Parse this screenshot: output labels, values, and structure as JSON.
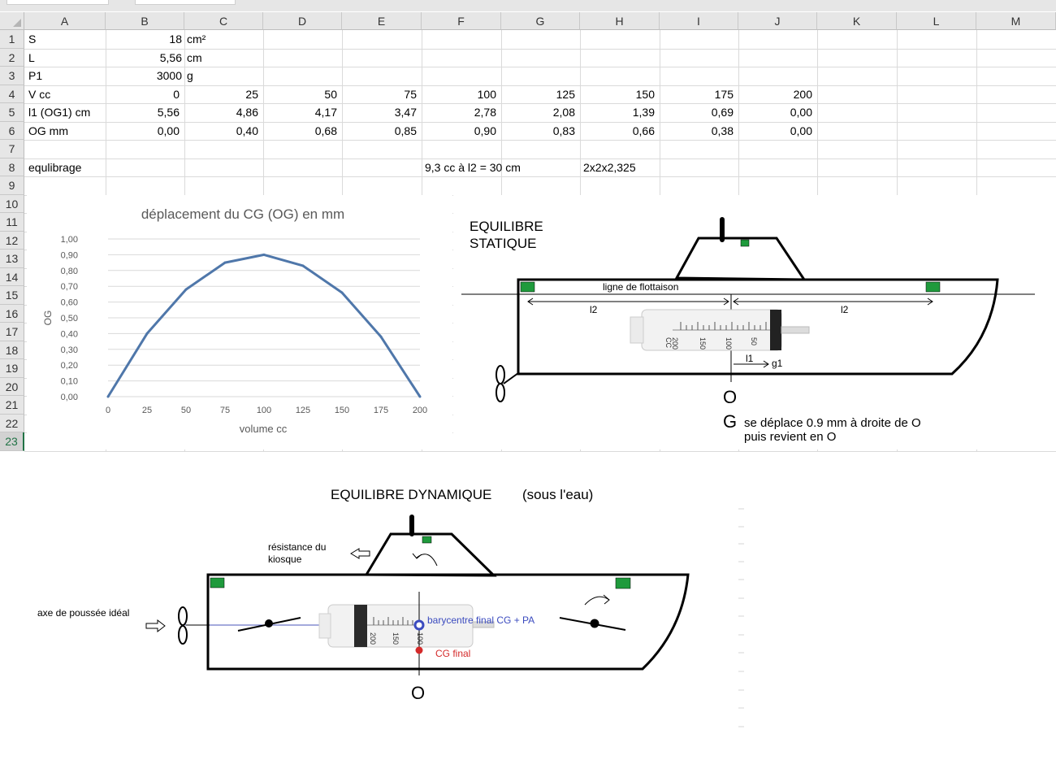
{
  "sheet": {
    "columns": [
      "A",
      "B",
      "C",
      "D",
      "E",
      "F",
      "G",
      "H",
      "I",
      "J",
      "K",
      "L",
      "M"
    ],
    "rows": [
      "1",
      "2",
      "3",
      "4",
      "5",
      "6",
      "7",
      "8",
      "9",
      "10",
      "11",
      "12",
      "13",
      "14",
      "15",
      "16",
      "17",
      "18",
      "19",
      "20",
      "21",
      "22",
      "23"
    ],
    "selected_row": "23",
    "cells": {
      "r1": {
        "A": "S",
        "B": "18",
        "C": "cm²"
      },
      "r2": {
        "A": "L",
        "B": "5,56",
        "C": "cm"
      },
      "r3": {
        "A": "P1",
        "B": "3000",
        "C": "g"
      },
      "r4": {
        "A": "V cc",
        "vals": [
          "0",
          "25",
          "50",
          "75",
          "100",
          "125",
          "150",
          "175",
          "200"
        ]
      },
      "r5": {
        "A": "l1 (OG1) cm",
        "vals": [
          "5,56",
          "4,86",
          "4,17",
          "3,47",
          "2,78",
          "2,08",
          "1,39",
          "0,69",
          "0,00"
        ]
      },
      "r6": {
        "A": "OG mm",
        "vals": [
          "0,00",
          "0,40",
          "0,68",
          "0,85",
          "0,90",
          "0,83",
          "0,66",
          "0,38",
          "0,00"
        ]
      },
      "r8": {
        "A": "equlibrage",
        "F": "9,3 cc à l2 = 30 cm",
        "H": "2x2x2,325"
      }
    }
  },
  "chart_data": {
    "type": "line",
    "title": "déplacement du CG (OG) en mm",
    "xlabel": "volume cc",
    "ylabel": "OG",
    "categories": [
      "0",
      "25",
      "50",
      "75",
      "100",
      "125",
      "150",
      "175",
      "200"
    ],
    "series": [
      {
        "values": [
          0.0,
          0.4,
          0.68,
          0.85,
          0.9,
          0.83,
          0.66,
          0.38,
          0.0
        ],
        "color": "#4f77aa"
      }
    ],
    "yticks": [
      "0,00",
      "0,10",
      "0,20",
      "0,30",
      "0,40",
      "0,50",
      "0,60",
      "0,70",
      "0,80",
      "0,90",
      "1,00"
    ],
    "ylim": [
      0,
      1
    ],
    "grid": true,
    "legend": "none"
  },
  "static_diagram": {
    "title_line1": "EQUILIBRE",
    "title_line2": "STATIQUE",
    "waterline_label": "ligne de flottaison",
    "l2_left": "l2",
    "l2_right": "l2",
    "l1_label": "l1",
    "g1_label": "g1",
    "origin_label": "O",
    "g_label": "G",
    "note_line1": "se déplace 0.9 mm à droite de O",
    "note_line2": "puis revient en O",
    "syringe_marks": [
      "200",
      "CC",
      "150",
      "100",
      "50"
    ]
  },
  "dynamic_diagram": {
    "title": "EQUILIBRE DYNAMIQUE",
    "subtitle": "(sous l'eau)",
    "kiosk_resistance_line1": "résistance du",
    "kiosk_resistance_line2": "kiosque",
    "thrust_axis_label": "axe de poussée idéal",
    "barycentre_label": "barycentre final CG + PA",
    "cg_final_label": "CG final",
    "origin_label": "O",
    "syringe_marks": [
      "200",
      "150",
      "100"
    ]
  },
  "colors": {
    "green_marker": "#1f9a3c",
    "series_line": "#4f77aa",
    "barycentre_blue": "#3b4bbf",
    "cg_red": "#d42a2a",
    "excel_green": "#217346"
  }
}
